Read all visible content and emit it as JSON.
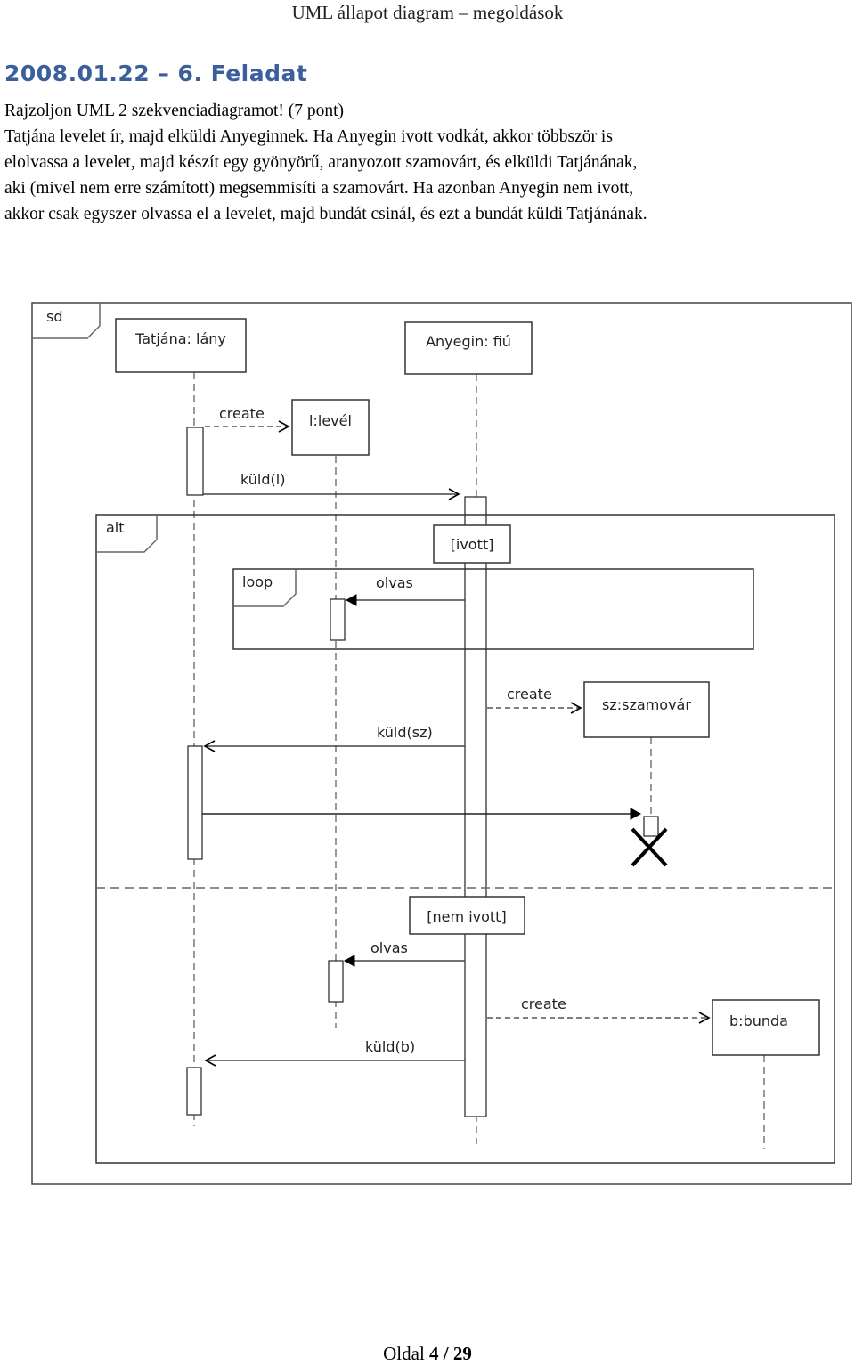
{
  "header": {
    "title": "UML állapot diagram – megoldások"
  },
  "task": {
    "heading": "2008.01.22 – 6. Feladat",
    "lines": [
      "Rajzoljon UML 2 szekvenciadiagramot! (7 pont)",
      "Tatjána levelet ír, majd elküldi Anyeginnek. Ha Anyegin ivott vodkát, akkor többször is",
      "elolvassa a levelet, majd készít egy gyönyörű, aranyozott szamovárt, és elküldi Tatjánának,",
      "aki (mivel nem erre számított) megsemmisíti a szamovárt. Ha azonban Anyegin nem ivott,",
      "akkor csak egyszer olvassa el a levelet, majd bundát csinál, és ezt a bundát küldi Tatjánának."
    ]
  },
  "diagram": {
    "frame_label": "sd",
    "lifelines": {
      "tatjana": "Tatjána: lány",
      "anyegin": "Anyegin: fiú",
      "level": "l:levél",
      "szamovar": "sz:szamovár",
      "bunda": "b:bunda"
    },
    "fragments": {
      "alt": "alt",
      "loop": "loop"
    },
    "guards": {
      "ivott": "[ivott]",
      "nem_ivott": "[nem ivott]"
    },
    "messages": {
      "create_level": "create",
      "kuld_l": "küld(l)",
      "olvas_1": "olvas",
      "create_szamovar": "create",
      "kuld_sz": "küld(sz)",
      "olvas_2": "olvas",
      "create_bunda": "create",
      "kuld_b": "küld(b)"
    }
  },
  "footer": {
    "prefix": "Oldal ",
    "page": "4 / 29"
  }
}
